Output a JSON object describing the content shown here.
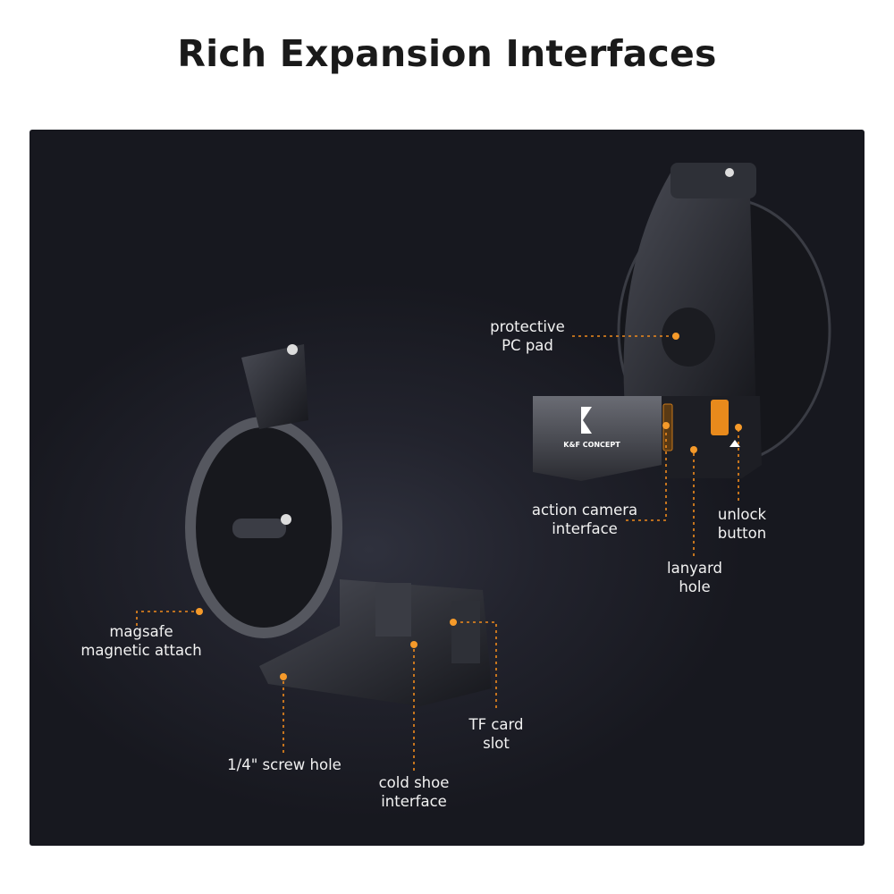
{
  "title": "Rich Expansion Interfaces",
  "accent_color": "#f08a1c",
  "brand_logo_text": "K&F CONCEPT",
  "callouts": {
    "protective_pc_pad": [
      "protective",
      "PC pad"
    ],
    "action_camera_interface": [
      "action camera",
      "interface"
    ],
    "unlock_button": [
      "unlock",
      "button"
    ],
    "lanyard_hole": [
      "lanyard",
      "hole"
    ],
    "magsafe": [
      "magsafe",
      "magnetic attach"
    ],
    "screw_hole": [
      "1/4\" screw hole"
    ],
    "cold_shoe": [
      "cold shoe",
      "interface"
    ],
    "tf_card": [
      "TF card",
      "slot"
    ]
  }
}
